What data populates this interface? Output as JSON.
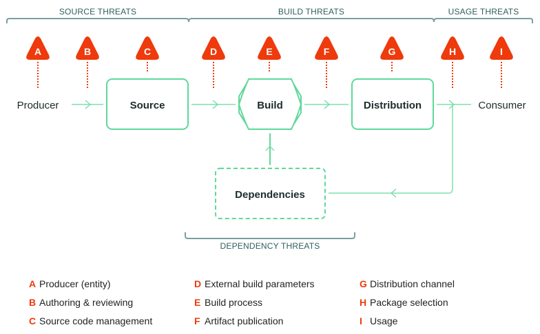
{
  "colors": {
    "threat": "#ee3a0c",
    "flow": "#5fd89a",
    "bracket": "#7a9e9e",
    "label": "#2e5e5e"
  },
  "groups": {
    "source": "SOURCE THREATS",
    "build": "BUILD THREATS",
    "usage": "USAGE THREATS",
    "dependency": "DEPENDENCY THREATS"
  },
  "nodes": {
    "producer": "Producer",
    "source": "Source",
    "build": "Build",
    "distribution": "Distribution",
    "consumer": "Consumer",
    "dependencies": "Dependencies"
  },
  "markers": [
    "A",
    "B",
    "C",
    "D",
    "E",
    "F",
    "G",
    "H",
    "I"
  ],
  "legend": [
    {
      "key": "A",
      "text": "Producer (entity)"
    },
    {
      "key": "B",
      "text": "Authoring & reviewing"
    },
    {
      "key": "C",
      "text": "Source code management"
    },
    {
      "key": "D",
      "text": "External build parameters"
    },
    {
      "key": "E",
      "text": "Build process"
    },
    {
      "key": "F",
      "text": "Artifact publication"
    },
    {
      "key": "G",
      "text": "Distribution channel"
    },
    {
      "key": "H",
      "text": "Package selection"
    },
    {
      "key": "I",
      "text": "Usage"
    }
  ]
}
